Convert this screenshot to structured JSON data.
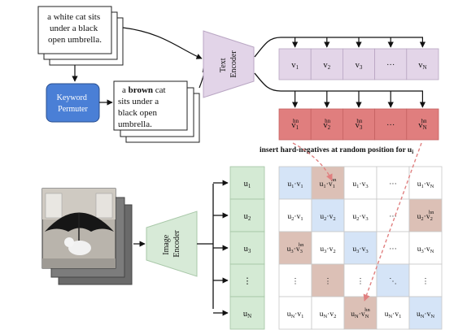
{
  "text_captions": {
    "original": [
      "a white cat sits",
      "under a black",
      "open umbrella."
    ],
    "permuted_lines": [
      {
        "before": "a ",
        "bold": "brown",
        "after": " cat"
      },
      {
        "before": "sits under a",
        "bold": "",
        "after": ""
      },
      {
        "before": "black open",
        "bold": "",
        "after": ""
      },
      {
        "before": "umbrella.",
        "bold": "",
        "after": ""
      }
    ]
  },
  "keyword_permuter": {
    "label_lines": [
      "Keyword",
      "Permuter"
    ],
    "color": "#4a7fd6"
  },
  "text_encoder": {
    "label_lines": [
      "Text",
      "Encoder"
    ],
    "color": "#e2d4e8"
  },
  "image_encoder": {
    "label_lines": [
      "Image",
      "Encoder"
    ],
    "color": "#d7ead7"
  },
  "text_embeddings": {
    "labels": [
      {
        "v": "v",
        "sub": "1"
      },
      {
        "v": "v",
        "sub": "2"
      },
      {
        "v": "v",
        "sub": "3"
      },
      {
        "v": "···",
        "sub": ""
      },
      {
        "v": "v",
        "sub": "N"
      }
    ],
    "color": "#e3d5e8"
  },
  "hard_negative_embeddings": {
    "labels": [
      {
        "v": "v",
        "sub": "1",
        "sup": "hn"
      },
      {
        "v": "v",
        "sub": "2",
        "sup": "hn"
      },
      {
        "v": "v",
        "sub": "3",
        "sup": "hn"
      },
      {
        "v": "···",
        "sub": "",
        "sup": ""
      },
      {
        "v": "v",
        "sub": "N",
        "sup": "hn"
      }
    ],
    "color": "#e07e7e"
  },
  "caption": {
    "text": "insert hard-negatives at random position for u",
    "sub": "i"
  },
  "image_embeddings": {
    "labels": [
      {
        "u": "u",
        "sub": "1"
      },
      {
        "u": "u",
        "sub": "2"
      },
      {
        "u": "u",
        "sub": "3"
      },
      {
        "u": "⋮",
        "sub": ""
      },
      {
        "u": "u",
        "sub": "N"
      }
    ],
    "color": "#d4ead4"
  },
  "similarity_matrix": {
    "colors": {
      "diag": "#d5e4f7",
      "hn": "#dcc0b6",
      "plain": "#ffffff"
    },
    "rows": [
      [
        {
          "a": "u",
          "as": "1",
          "b": "v",
          "bs": "1",
          "bsup": "",
          "fill": "diag"
        },
        {
          "a": "u",
          "as": "1",
          "b": "v",
          "bs": "1",
          "bsup": "hn",
          "fill": "hn"
        },
        {
          "a": "u",
          "as": "1",
          "b": "v",
          "bs": "3",
          "bsup": "",
          "fill": "plain"
        },
        {
          "t": "···",
          "fill": "plain"
        },
        {
          "a": "u",
          "as": "1",
          "b": "v",
          "bs": "N",
          "bsup": "",
          "fill": "plain"
        }
      ],
      [
        {
          "a": "u",
          "as": "2",
          "b": "v",
          "bs": "1",
          "bsup": "",
          "fill": "plain"
        },
        {
          "a": "u",
          "as": "2",
          "b": "v",
          "bs": "2",
          "bsup": "",
          "fill": "diag"
        },
        {
          "a": "u",
          "as": "2",
          "b": "v",
          "bs": "3",
          "bsup": "",
          "fill": "plain"
        },
        {
          "t": "···",
          "fill": "plain"
        },
        {
          "a": "u",
          "as": "2",
          "b": "v",
          "bs": "2",
          "bsup": "hn",
          "fill": "hn"
        }
      ],
      [
        {
          "a": "u",
          "as": "3",
          "b": "v",
          "bs": "3",
          "bsup": "hn",
          "fill": "hn"
        },
        {
          "a": "u",
          "as": "3",
          "b": "v",
          "bs": "2",
          "bsup": "",
          "fill": "plain"
        },
        {
          "a": "u",
          "as": "3",
          "b": "v",
          "bs": "3",
          "bsup": "",
          "fill": "diag"
        },
        {
          "t": "···",
          "fill": "plain"
        },
        {
          "a": "u",
          "as": "3",
          "b": "v",
          "bs": "N",
          "bsup": "",
          "fill": "plain"
        }
      ],
      [
        {
          "t": "⋮",
          "fill": "plain"
        },
        {
          "t": "⋮",
          "fill": "hn"
        },
        {
          "t": "⋮",
          "fill": "plain"
        },
        {
          "t": "⋱",
          "fill": "diag"
        },
        {
          "t": "⋮",
          "fill": "plain"
        }
      ],
      [
        {
          "a": "u",
          "as": "N",
          "b": "v",
          "bs": "1",
          "bsup": "",
          "fill": "plain"
        },
        {
          "a": "u",
          "as": "N",
          "b": "v",
          "bs": "2",
          "bsup": "",
          "fill": "plain"
        },
        {
          "a": "u",
          "as": "N",
          "b": "v",
          "bs": "N",
          "bsup": "hn",
          "fill": "hn"
        },
        {
          "a": "u",
          "as": "N",
          "b": "v",
          "bs": "1",
          "bsup": "",
          "fill": "plain"
        },
        {
          "a": "u",
          "as": "N",
          "b": "v",
          "bs": "N",
          "bsup": "",
          "fill": "diag"
        }
      ]
    ]
  },
  "image_illustration": [
    "black-umbrella",
    "white-cat",
    "chairs"
  ],
  "colors": {
    "arrow": "#111111",
    "dashed_arrow": "#e08080",
    "grid_line": "#c8c8c8"
  }
}
